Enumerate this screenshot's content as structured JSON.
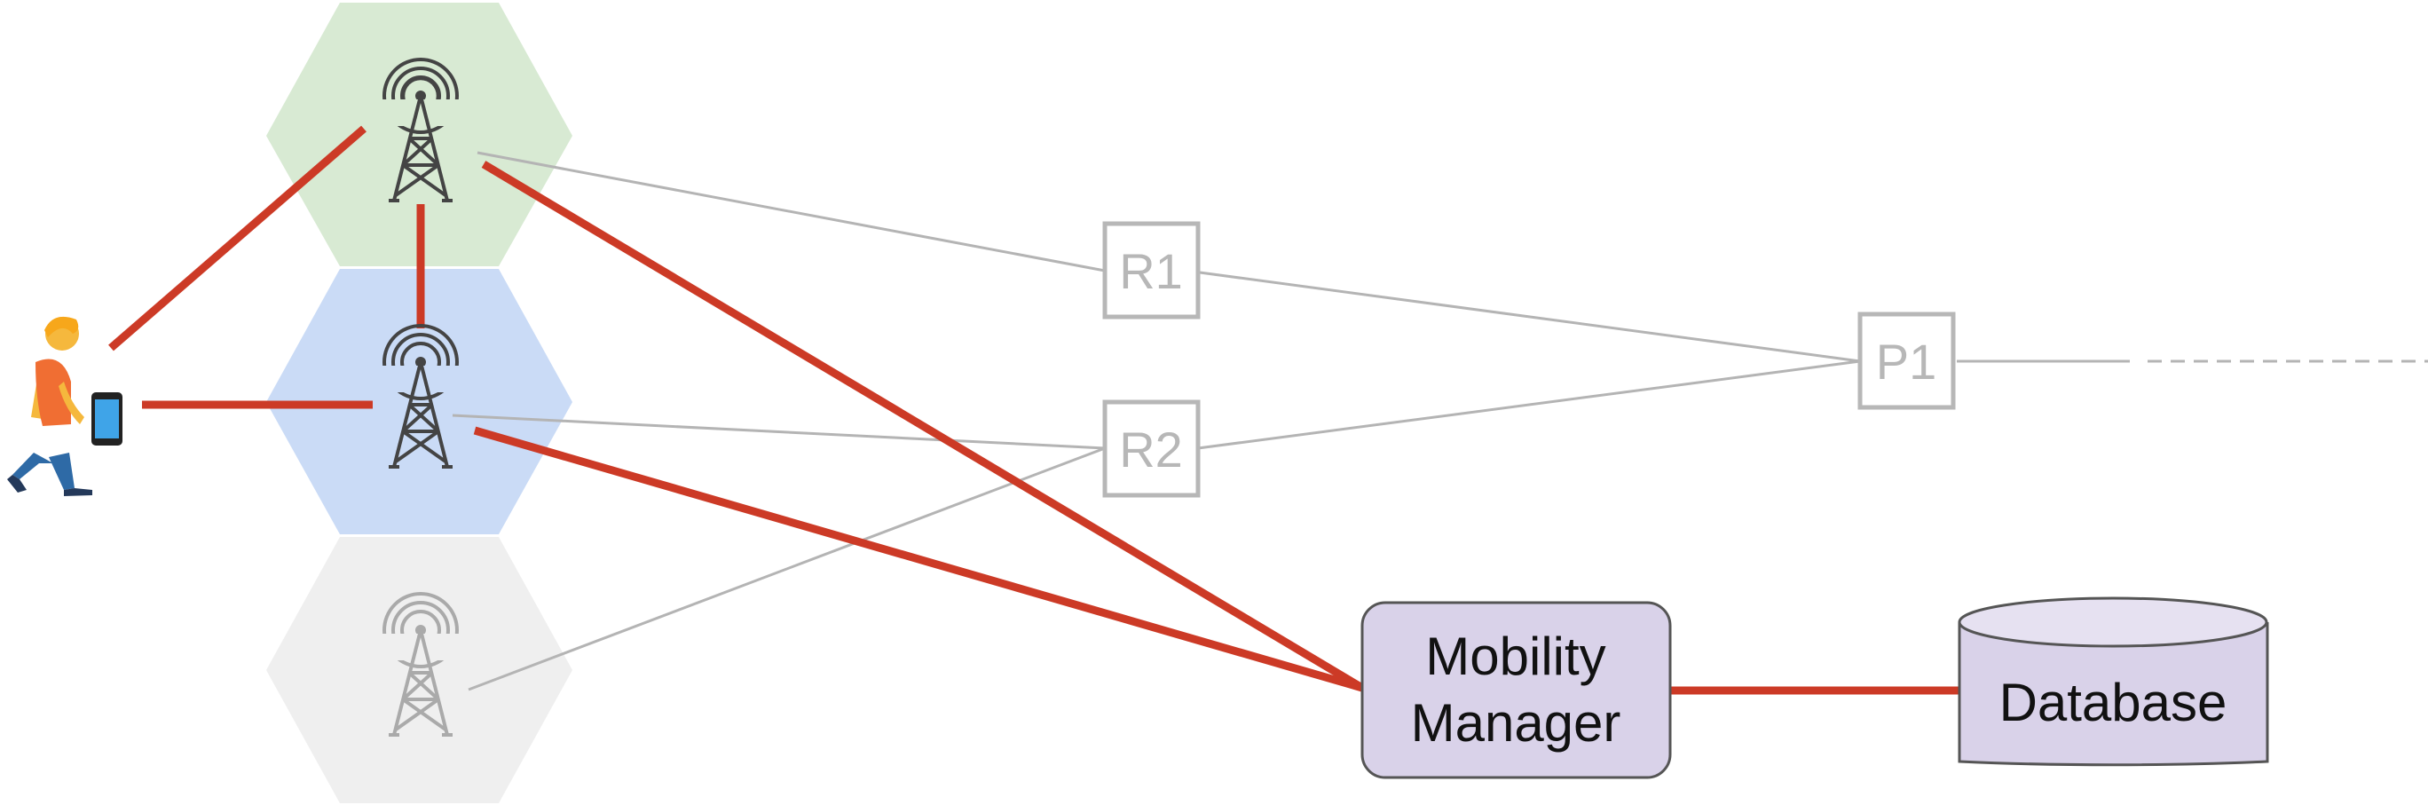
{
  "colors": {
    "link_active": "#cc3a26",
    "link_passive": "#b4b4b4",
    "cell_green": "#d8ead3",
    "cell_blue": "#cadbf6",
    "cell_gray": "#efefef",
    "tower_dark": "#444444",
    "tower_light": "#aaaaaa",
    "router": "#b7b7b7",
    "box_fill": "#d9d2e9",
    "box_stroke": "#555555"
  },
  "icons": [
    "person-walking-icon",
    "phone-icon",
    "cell-tower-icon",
    "cell-tower-icon",
    "cell-tower-icon",
    "database-icon"
  ],
  "routers": {
    "r1": "R1",
    "r2": "R2",
    "p1": "P1"
  },
  "mobility_manager": {
    "line1": "Mobility",
    "line2": "Manager"
  },
  "database": {
    "label": "Database"
  }
}
